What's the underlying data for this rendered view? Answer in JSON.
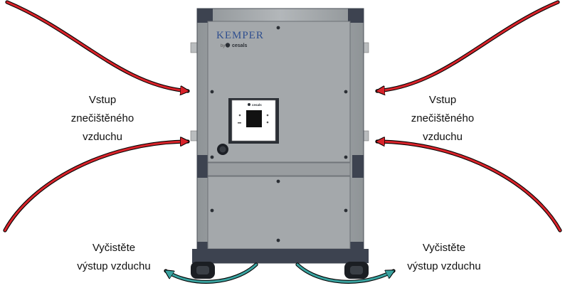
{
  "labels": {
    "intake_left": {
      "line1": "Vstup",
      "line2": "znečištěného",
      "line3": "vzduchu"
    },
    "intake_right": {
      "line1": "Vstup",
      "line2": "znečištěného",
      "line3": "vzduchu"
    },
    "outlet_left": {
      "line1": "Vyčistěte",
      "line2": "výstup vzduchu"
    },
    "outlet_right": {
      "line1": "Vyčistěte",
      "line2": "výstup vzduchu"
    }
  },
  "device": {
    "brand": "KEMPER",
    "brand_sub_prefix": "by",
    "brand_sub": "cesals",
    "panel_brand": "cesals"
  },
  "arrows": {
    "intake": {
      "color": "#d8232a",
      "count": 4
    },
    "outlet": {
      "color": "#3aa3a0",
      "count": 2
    }
  },
  "colors": {
    "housing": "#a3a7aa",
    "frame": "#3d4350",
    "panel": "#ffffff"
  }
}
